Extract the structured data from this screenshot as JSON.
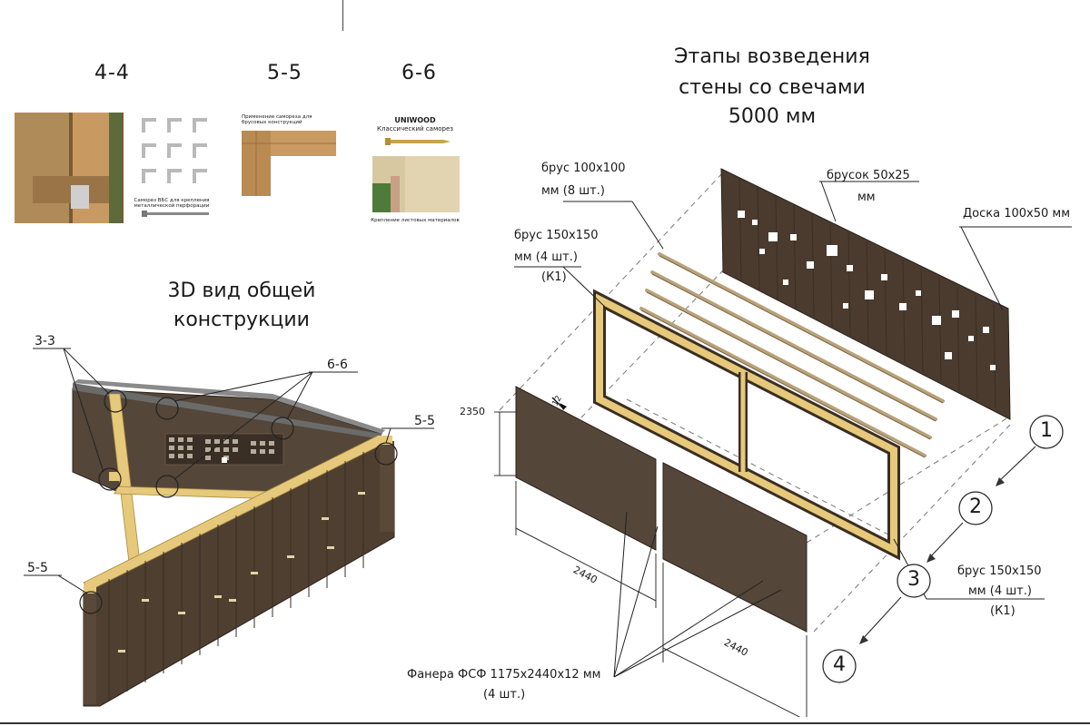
{
  "sections": {
    "s44": "4-4",
    "s55": "5-5",
    "s66": "6-6"
  },
  "thumb_44": {
    "caption": "Саморез ВБС для крепления металлической перфорации"
  },
  "thumb_55": {
    "caption": "Применение самореза для брусовых конструкций"
  },
  "thumb_66": {
    "brand": "UNIWOOD",
    "subtitle": "Классический саморез",
    "caption": "Крепление листовых материалов"
  },
  "view3d": {
    "title_line1": "3D вид общей",
    "title_line2": "конструкции",
    "callout_33": "3-3",
    "callout_66": "6-6",
    "callout_55_right": "5-5",
    "callout_55_left": "5-5"
  },
  "stages": {
    "title_line1": "Этапы возведения",
    "title_line2": "стены со свечами",
    "title_line3": "5000 мм",
    "beam_100_line1": "брус 100х100",
    "beam_100_line2": "мм (8 шт.)",
    "beam_150_line1": "брус 150х150",
    "beam_150_line2": "мм (4 шт.)",
    "beam_150_line3": "(К1)",
    "batten_line1": "брусок 50х25",
    "batten_line2": "мм",
    "board": "Доска 100х50 мм",
    "dim_2350": "2350",
    "dim_12": "12",
    "dim_2440_a": "2440",
    "dim_2440_b": "2440",
    "plywood_line1": "Фанера ФСФ 1175х2440х12 мм",
    "plywood_line2": "(4 шт.)",
    "beam_150r_line1": "брус 150х150",
    "beam_150r_line2": "мм (4 шт.)",
    "beam_150r_line3": "(К1)",
    "step1": "1",
    "step2": "2",
    "step3": "3",
    "step4": "4"
  },
  "colors": {
    "wood_dark": "#4a3b2e",
    "wood_light": "#e6c97a",
    "panel": "#544638",
    "line": "#333333"
  }
}
